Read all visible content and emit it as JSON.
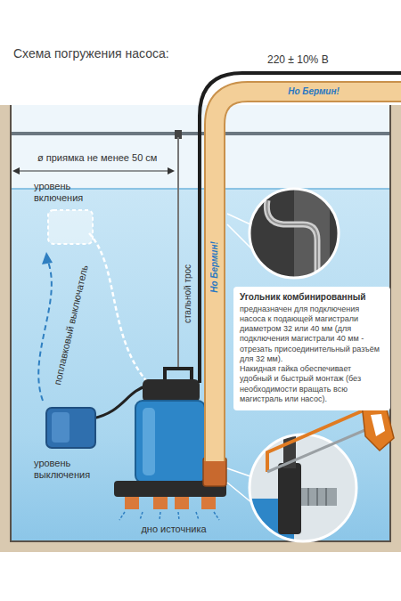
{
  "diagram": {
    "title": "Схема погружения насоса:",
    "nodes": [
      {
        "text": [
          "Угольник комбинированный",
          "предназначен для подключения насоса к подающей магистрали диаметром 32 или 40 мм (для подключения магистрали 40 мм - отрезать присоединительный разъём для 32 мм).",
          "Накидная гайка обеспечивает удобный и быстрый монтаж (без необходимости вращать всю магистраль или насос)."
        ]
      }
    ],
    "labels": [
      "220 ± 10% В",
      "Но Бермин!",
      "ø приямка не менее 50 см",
      "уровень включения",
      "стальной трос",
      "Но Бермин!",
      "поплавковый выключатель",
      "уровень выключения",
      "дно источника"
    ]
  }
}
